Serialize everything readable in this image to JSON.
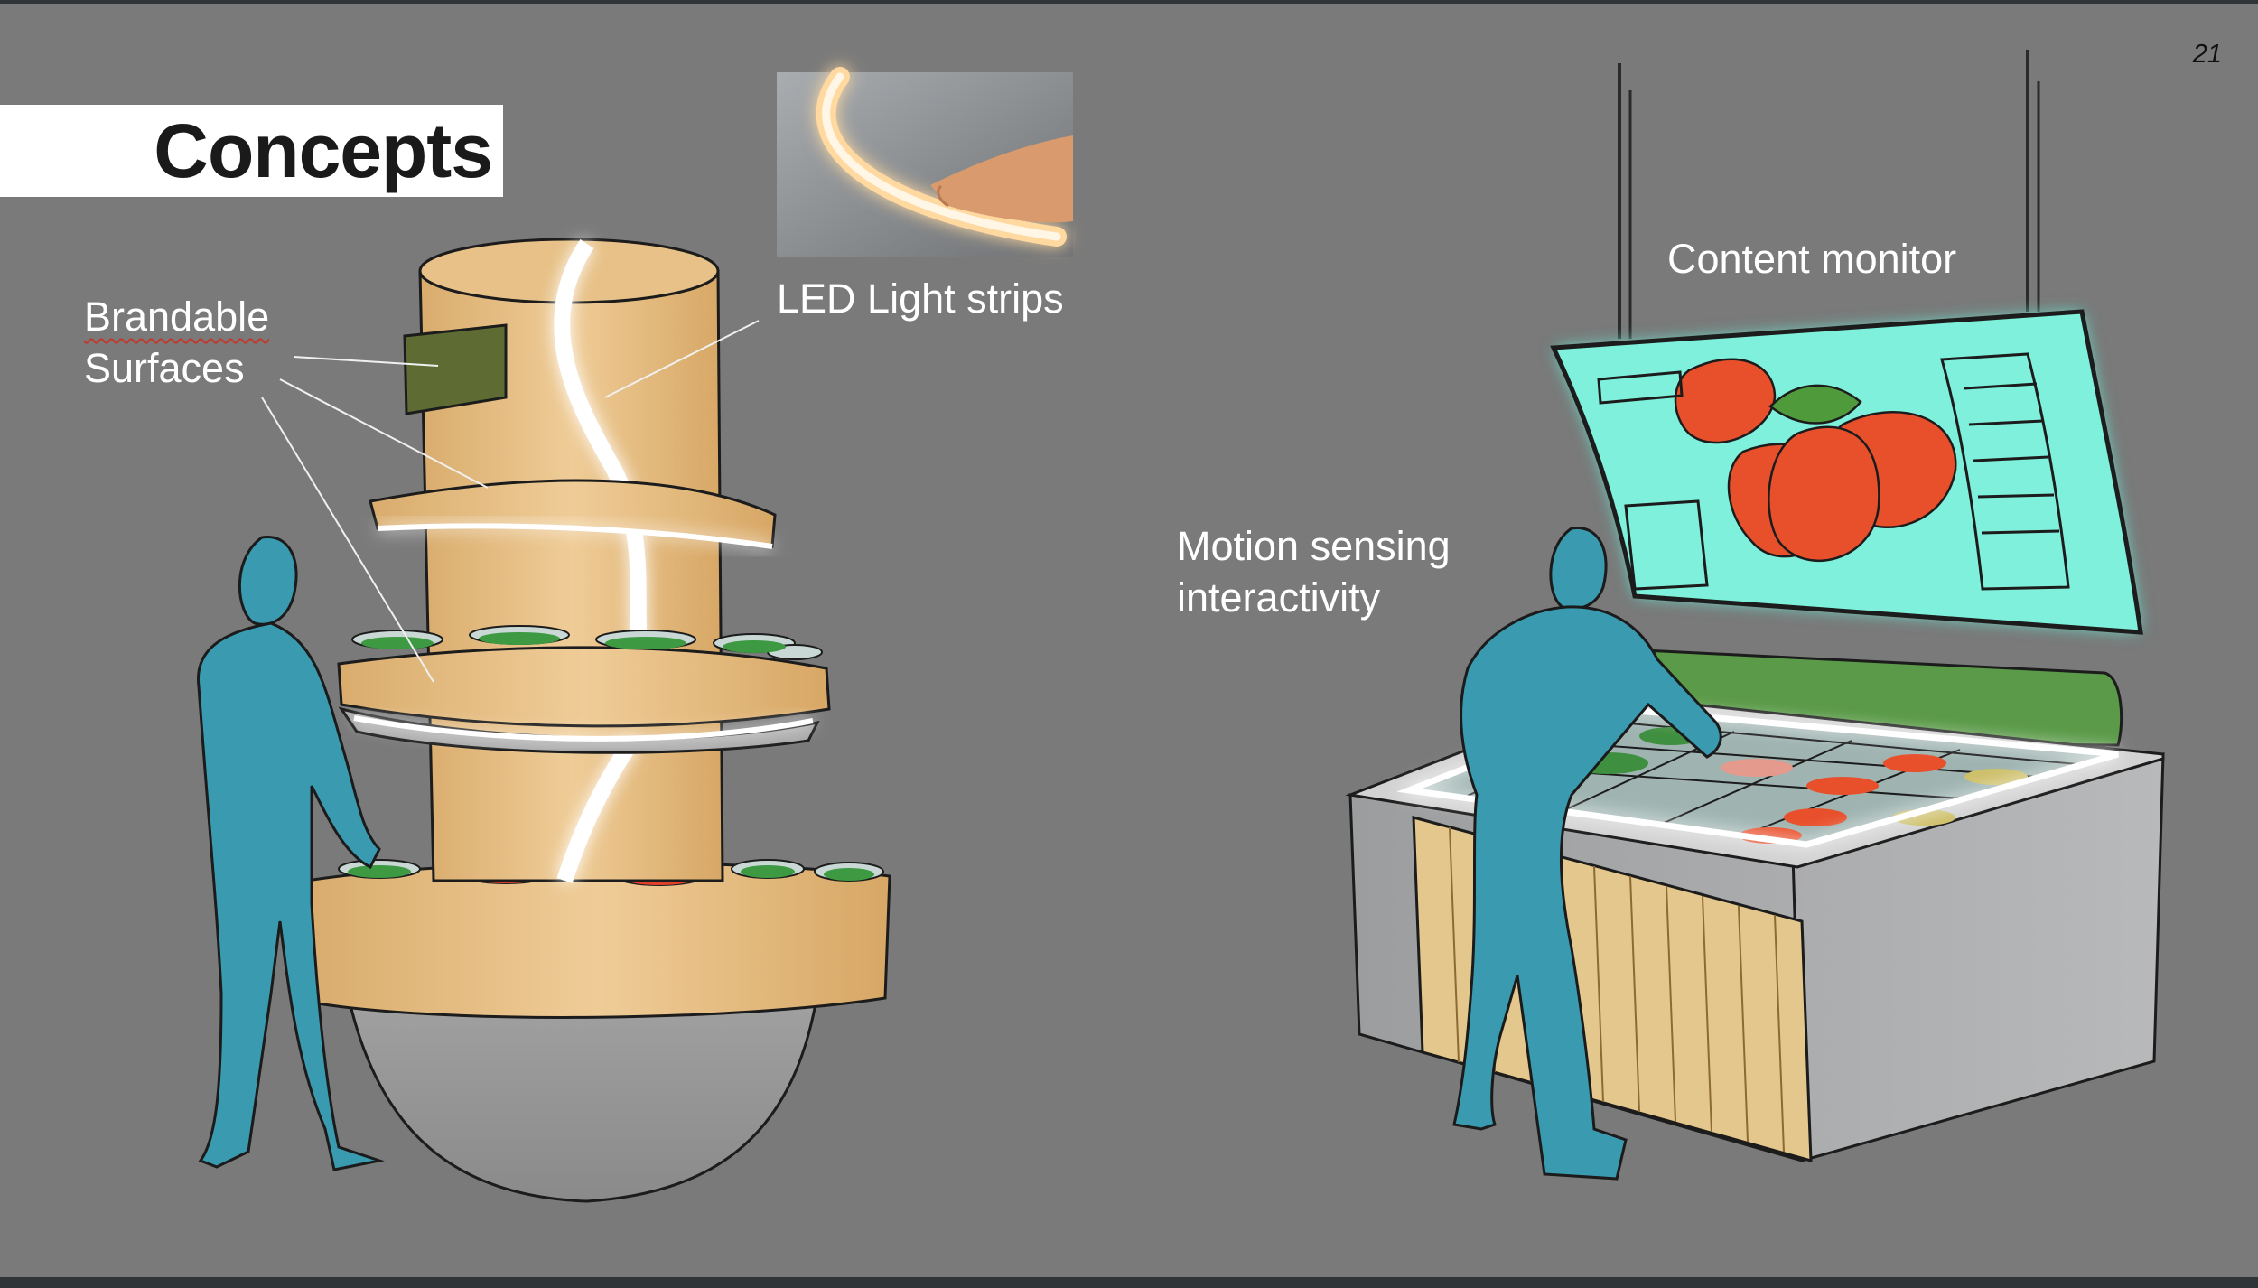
{
  "slide": {
    "title": "Concepts",
    "page_number": "21"
  },
  "callouts": {
    "brandable_line1": "Brandable",
    "brandable_line2": "Surfaces",
    "led": "LED Light strips",
    "motion_line1": "Motion sensing",
    "motion_line2": "interactivity",
    "monitor": "Content monitor"
  },
  "colors": {
    "background": "#7a7a7a",
    "wood": "#e9c28a",
    "figure": "#3a9bb0",
    "screen": "#7ff0dc",
    "strawberry": "#e8502c",
    "planter": "#8c8c8c",
    "led_glow": "#ffffff"
  },
  "icons": {
    "led_photo": "led-strip-photo",
    "tower_sketch": "produce-tower-sketch",
    "cooler_sketch": "interactive-cooler-sketch"
  }
}
